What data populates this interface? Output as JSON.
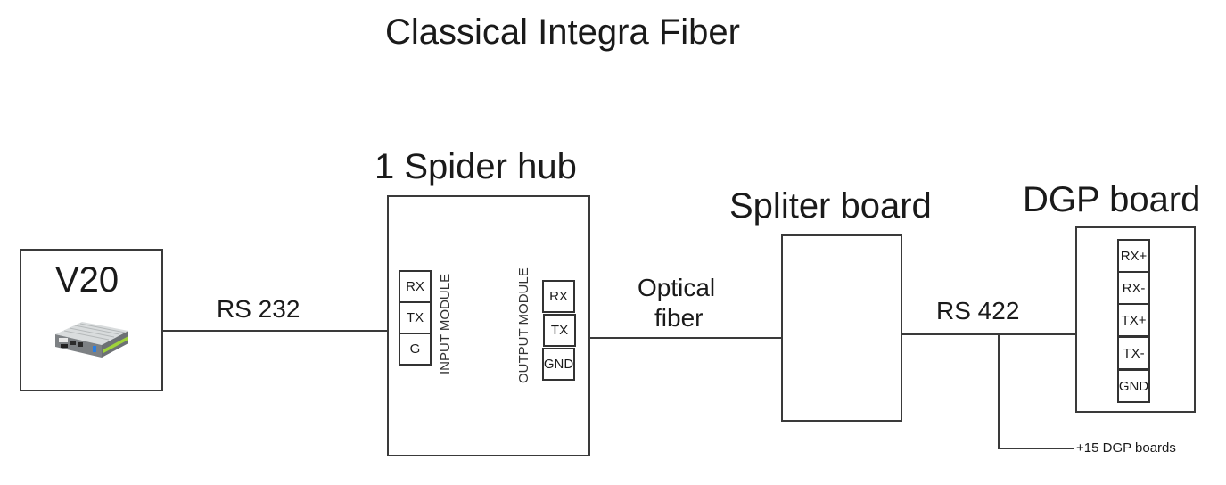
{
  "title": "Classical Integra Fiber",
  "v20": {
    "label": "V20",
    "image_icon": "mini-pc-device-icon"
  },
  "links": {
    "rs232": "RS 232",
    "optical_line1": "Optical",
    "optical_line2": "fiber",
    "rs422": "RS 422",
    "extra_boards": "+15 DGP boards"
  },
  "spider_hub": {
    "label": "1 Spider hub",
    "input_module": {
      "label": "INPUT MODULE",
      "pins": [
        "RX",
        "TX",
        "G"
      ]
    },
    "output_module": {
      "label": "OUTPUT MODULE",
      "pins": [
        "RX",
        "TX",
        "GND"
      ]
    }
  },
  "splitter": {
    "label": "Spliter board"
  },
  "dgp": {
    "label": "DGP board",
    "pins": [
      "RX+",
      "RX-",
      "TX+",
      "TX-",
      "GND"
    ]
  }
}
